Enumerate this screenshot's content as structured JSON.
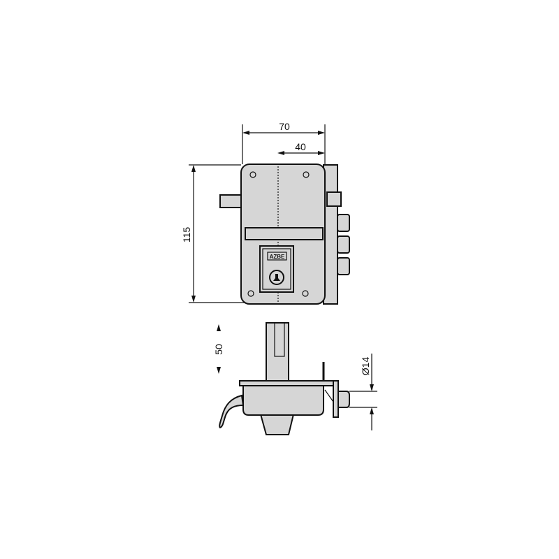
{
  "dimensions": {
    "width": "70",
    "bolt_offset": "40",
    "height": "115",
    "spindle_length": "50",
    "bolt_diameter": "Ø14"
  },
  "logo_text": "AZBE",
  "colors": {
    "line": "#111111",
    "fill": "#d6d6d6",
    "background": "#ffffff"
  }
}
